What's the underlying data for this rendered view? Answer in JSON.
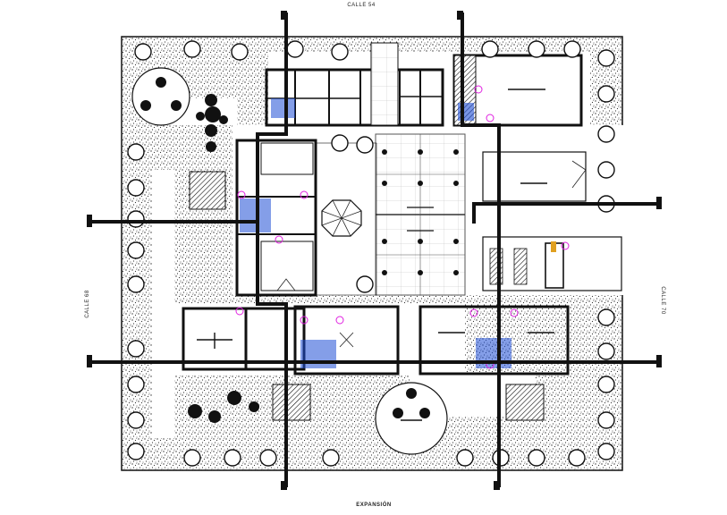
{
  "drawing": {
    "labels": {
      "top": "CALLE 54",
      "bottom": "EXPANSIÓN",
      "left": "CALLE 68",
      "right": "CALLE 70"
    },
    "colors": {
      "line": "#111111",
      "stipple": "#6a6a6a",
      "accent_magenta": "#e020e0",
      "accent_blue": "#1f4fd6",
      "accent_orange": "#e0a020",
      "background": "#ffffff"
    }
  }
}
